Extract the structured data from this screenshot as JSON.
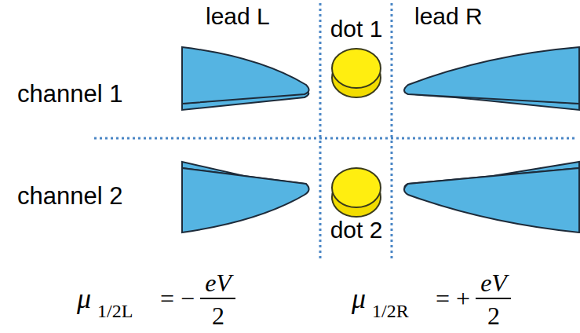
{
  "diagram": {
    "nodes": [
      {
        "text": [
          "dot 1"
        ]
      },
      {
        "text": [
          "dot 2"
        ]
      }
    ],
    "labels": [
      "lead L",
      "lead R",
      "channel 1",
      "channel 2",
      "μ",
      "1/2L",
      "= −",
      "eV",
      "2",
      "μ",
      "1/2R",
      "= +",
      "eV",
      "2"
    ]
  }
}
